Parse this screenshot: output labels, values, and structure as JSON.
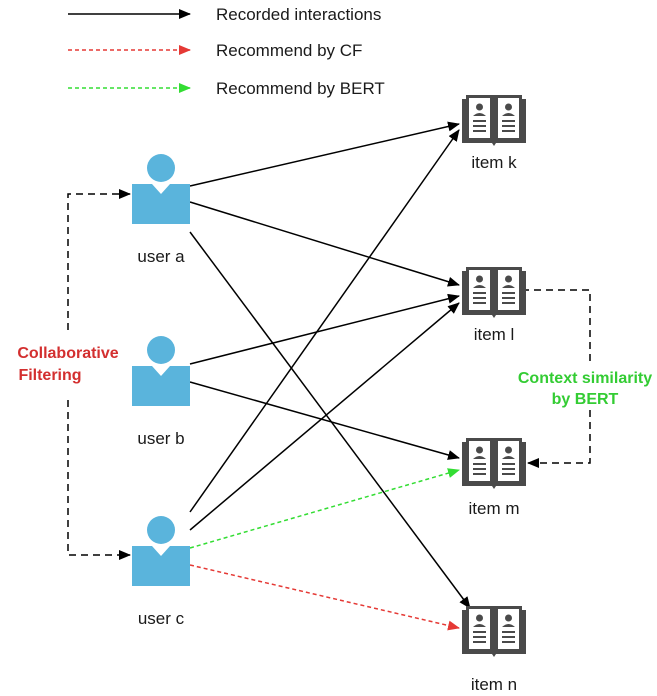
{
  "legend": {
    "recorded": "Recorded interactions",
    "cf": "Recommend by CF",
    "bert": "Recommend by BERT"
  },
  "users": {
    "a": "user a",
    "b": "user b",
    "c": "user c"
  },
  "items": {
    "k": "item k",
    "l": "item l",
    "m": "item m",
    "n": "item n"
  },
  "collab": {
    "line1": "Collaborative",
    "line2": "Filtering"
  },
  "context": {
    "line1": "Context similarity",
    "line2": "by BERT"
  },
  "colors": {
    "recorded": "#000000",
    "cf": "#e53935",
    "bert": "#33dd33",
    "user": "#5ab4dc",
    "item": "#4a4a4a"
  }
}
